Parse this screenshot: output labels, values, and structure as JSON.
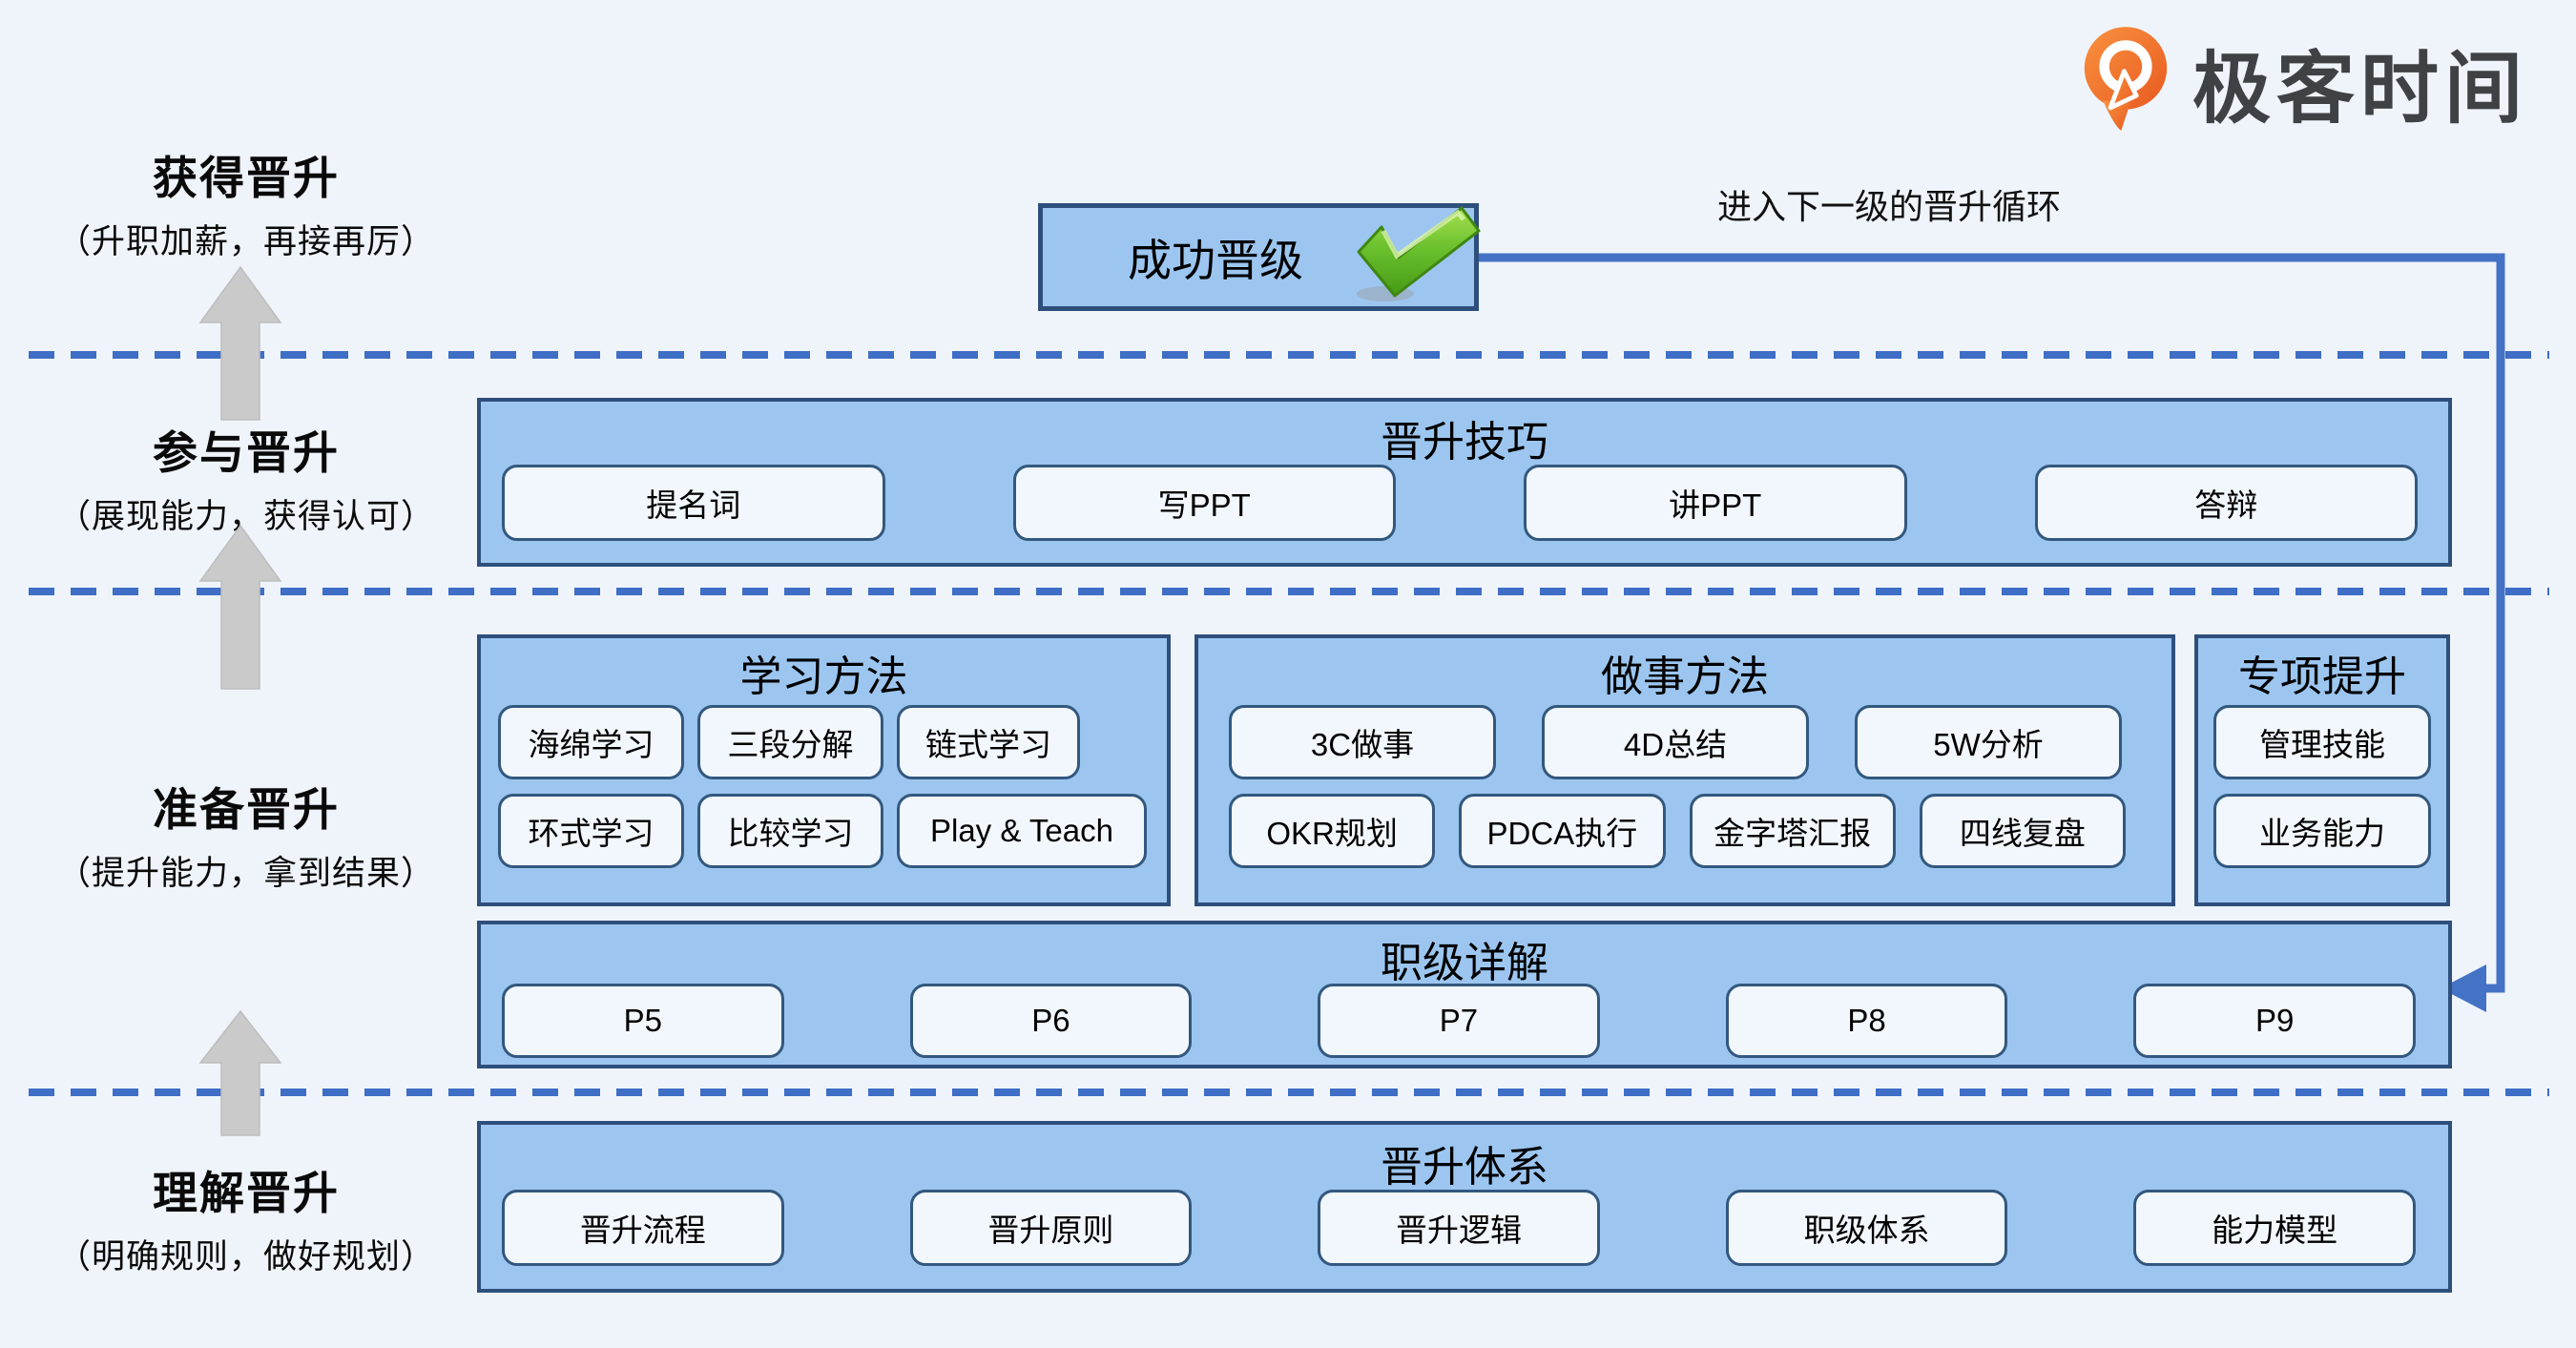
{
  "logo": {
    "text": "极客时间"
  },
  "loop_label": "进入下一级的晋升循环",
  "success_box": {
    "label": "成功晋级"
  },
  "stages": [
    {
      "title": "获得晋升",
      "subtitle": "（升职加薪，再接再厉）"
    },
    {
      "title": "参与晋升",
      "subtitle": "（展现能力，获得认可）"
    },
    {
      "title": "准备晋升",
      "subtitle": "（提升能力，拿到结果）"
    },
    {
      "title": "理解晋升",
      "subtitle": "（明确规则，做好规划）"
    }
  ],
  "sections": {
    "skills": {
      "title": "晋升技巧",
      "items": [
        "提名词",
        "写PPT",
        "讲PPT",
        "答辩"
      ]
    },
    "learning": {
      "title": "学习方法",
      "rows": [
        [
          "海绵学习",
          "三段分解",
          "链式学习"
        ],
        [
          "环式学习",
          "比较学习",
          "Play & Teach"
        ]
      ]
    },
    "doing": {
      "title": "做事方法",
      "rows": [
        [
          "3C做事",
          "4D总结",
          "5W分析"
        ],
        [
          "OKR规划",
          "PDCA执行",
          "金字塔汇报",
          "四线复盘"
        ]
      ]
    },
    "special": {
      "title": "专项提升",
      "items": [
        "管理技能",
        "业务能力"
      ]
    },
    "levels": {
      "title": "职级详解",
      "items": [
        "P5",
        "P6",
        "P7",
        "P8",
        "P9"
      ]
    },
    "system": {
      "title": "晋升体系",
      "items": [
        "晋升流程",
        "晋升原则",
        "晋升逻辑",
        "职级体系",
        "能力模型"
      ]
    }
  },
  "colors": {
    "background": "#eff4fb",
    "panel_fill": "#9cc6f0",
    "panel_border": "#2e4f7c",
    "button_fill": "#f2f7fd",
    "button_border": "#33587e",
    "dash_blue": "#3e6ec5",
    "loop_blue": "#4472c4",
    "arrow_gray": "#cacaca",
    "check_green": "#5fb327",
    "logo_orange": "#ed6c2b",
    "logo_text_gray": "#3f4245"
  }
}
